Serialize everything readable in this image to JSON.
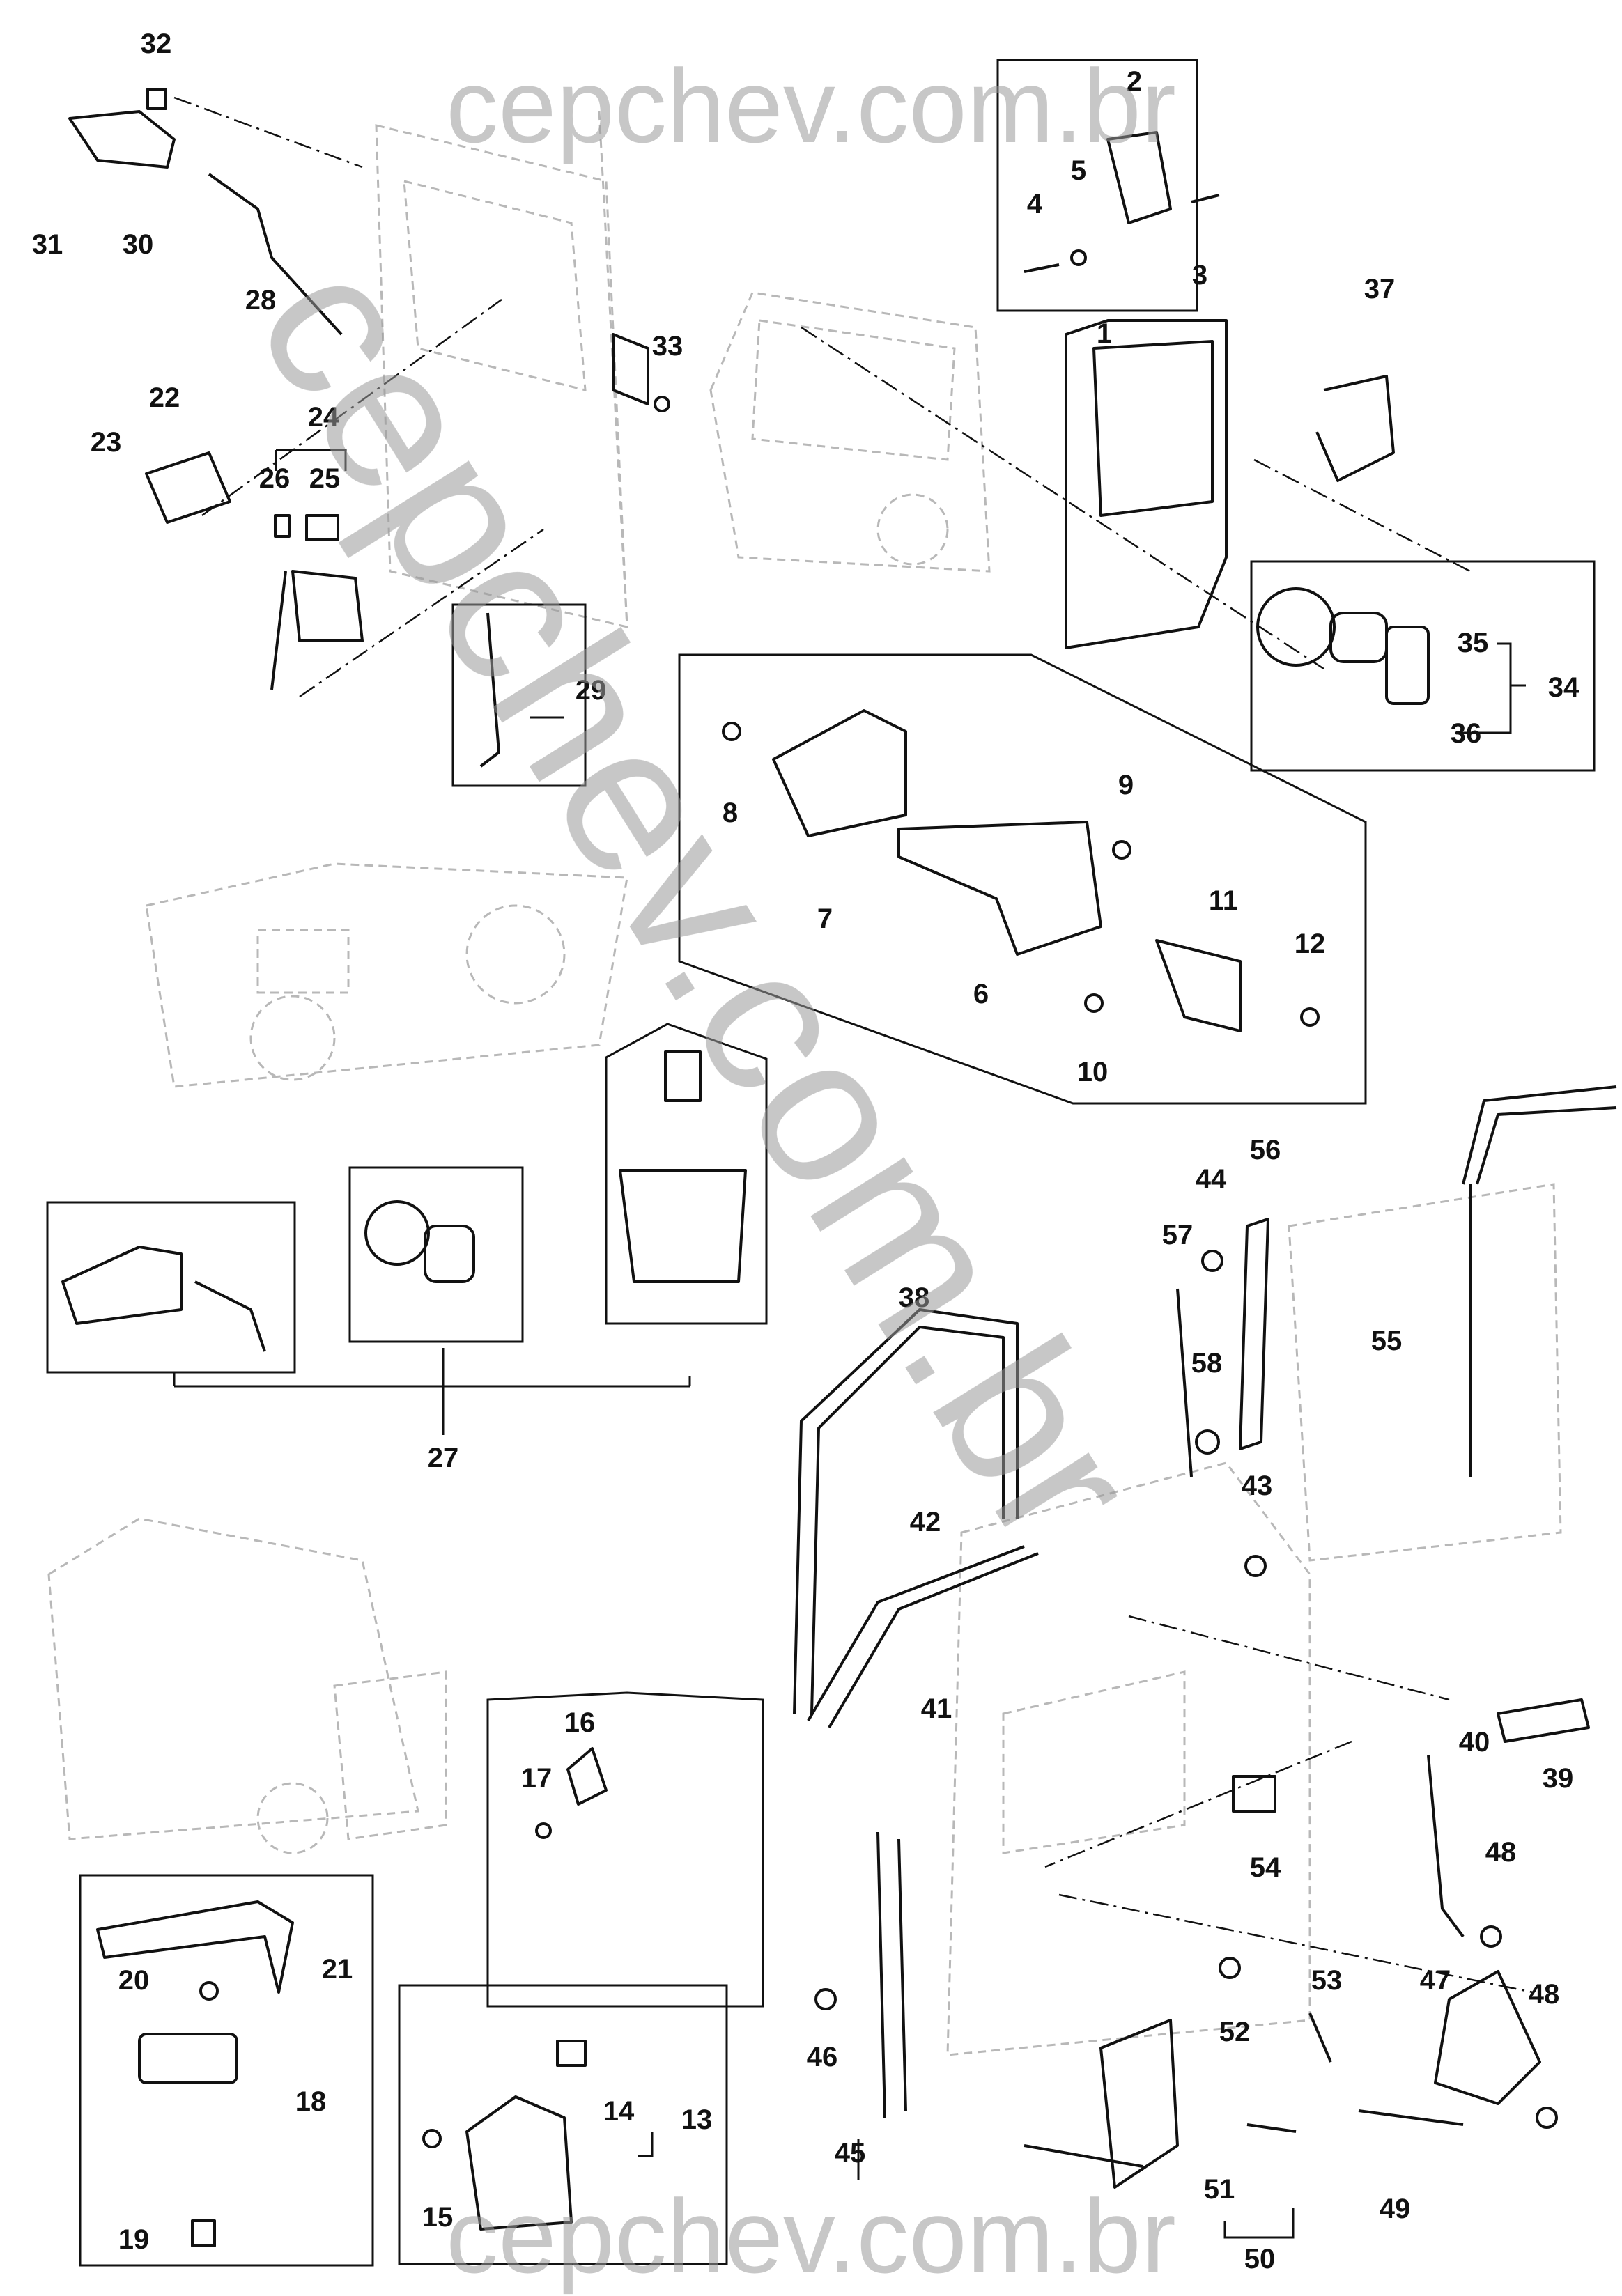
{
  "watermark": {
    "top": "cepchev.com.br",
    "diagonal": "cepchev.com.br",
    "bottom": "cepchev.com.br"
  },
  "callouts": [
    "1",
    "2",
    "3",
    "4",
    "5",
    "6",
    "7",
    "8",
    "9",
    "10",
    "11",
    "12",
    "13",
    "14",
    "15",
    "16",
    "17",
    "18",
    "19",
    "20",
    "21",
    "22",
    "23",
    "24",
    "25",
    "26",
    "27",
    "28",
    "29",
    "30",
    "31",
    "32",
    "33",
    "34",
    "35",
    "36",
    "37",
    "38",
    "39",
    "40",
    "41",
    "42",
    "43",
    "44",
    "45",
    "46",
    "47",
    "48",
    "49",
    "50",
    "51",
    "52",
    "53",
    "54",
    "55",
    "56",
    "57",
    "58"
  ],
  "colors": {
    "ink": "#111111",
    "ghost": "#b8b8b8",
    "watermark": "#9a9a9a"
  }
}
